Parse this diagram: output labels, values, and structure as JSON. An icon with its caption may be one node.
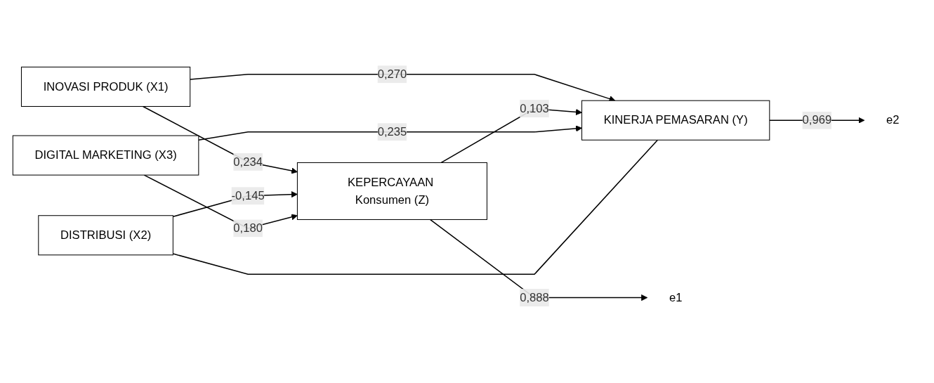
{
  "diagram": {
    "nodes": [
      {
        "text": [
          "INOVASI PRODUK (X1)"
        ]
      },
      {
        "text": [
          "DISTRIBUSI (X2)"
        ]
      },
      {
        "text": [
          "DIGITAL MARKETING (X3)"
        ]
      },
      {
        "text": [
          "KEPERCAYAAN Konsumen (Z)"
        ]
      },
      {
        "text": [
          "KINERJA PEMASARAN (Y)"
        ]
      },
      {
        "text": [
          "e1"
        ]
      },
      {
        "text": [
          "e2"
        ]
      }
    ],
    "edges": [
      {
        "from": 0,
        "to": 3,
        "arrow": "to",
        "label": "0,234"
      },
      {
        "from": 0,
        "to": 4,
        "arrow": "to",
        "label": "0,270"
      },
      {
        "from": 1,
        "to": 3,
        "arrow": "to",
        "label": "-0,145"
      },
      {
        "from": 2,
        "to": 3,
        "arrow": "to",
        "label": "0,180"
      },
      {
        "from": 3,
        "to": 4,
        "arrow": "to",
        "label": "0,103"
      },
      {
        "from": 2,
        "to": 4,
        "arrow": "to",
        "label": "0,235"
      },
      {
        "from": 3,
        "to": 5,
        "arrow": "to",
        "label": "0,888"
      },
      {
        "from": 4,
        "to": 6,
        "arrow": "to",
        "label": "0,969"
      },
      {
        "from": 1,
        "to": 4,
        "arrow": "none"
      }
    ]
  }
}
